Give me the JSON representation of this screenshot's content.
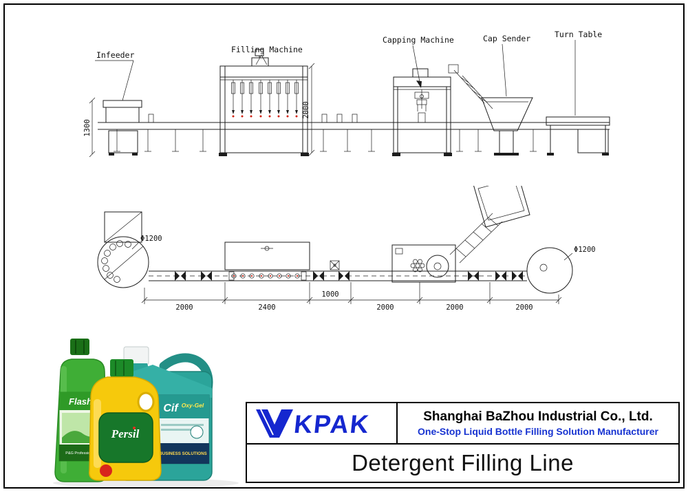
{
  "elevation": {
    "labels": {
      "infeeder": "Infeeder",
      "filling_machine": "Filling Machine",
      "capping_machine": "Capping Machine",
      "cap_sender": "Cap Sender",
      "turn_table": "Turn Table"
    },
    "dims": {
      "infeed_height": "1300",
      "machine_height": "2000"
    }
  },
  "plan": {
    "left_diameter": "Φ1200",
    "right_diameter": "Φ1200",
    "dims": [
      "2000",
      "2400",
      "1000",
      "2000",
      "2000",
      "2000"
    ]
  },
  "products": {
    "flash_brand": "Flash",
    "flash_footer": "P&G Professional",
    "persil_brand": "Persil",
    "cif_brand": "Cif",
    "cif_line": "Oxy-Gel",
    "cif_footer": "BUSINESS SOLUTIONS"
  },
  "titleblock": {
    "logo_text": "VKPAK",
    "logo_letters": "KPAK",
    "company": "Shanghai BaZhou Industrial Co., Ltd.",
    "tagline": "One-Stop Liquid Bottle Filling Solution Manufacturer",
    "product_title": "Detergent Filling Line",
    "accent": "#1527cf"
  }
}
